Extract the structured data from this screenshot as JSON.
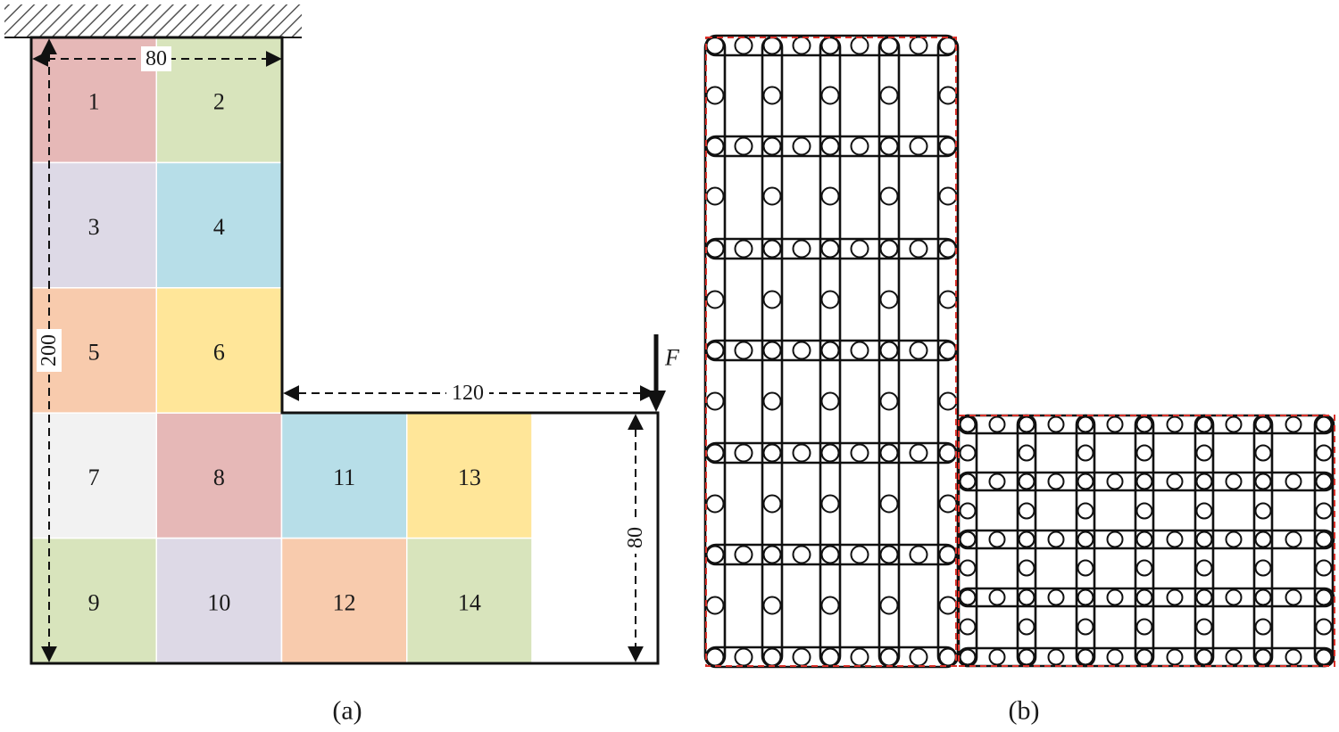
{
  "panel_a": {
    "cells": [
      {
        "label": "1",
        "color": "#e6b8b7"
      },
      {
        "label": "2",
        "color": "#d8e4bc"
      },
      {
        "label": "3",
        "color": "#ddd9e6"
      },
      {
        "label": "4",
        "color": "#b7dee8"
      },
      {
        "label": "5",
        "color": "#f8cbad"
      },
      {
        "label": "6",
        "color": "#ffe699"
      },
      {
        "label": "7",
        "color": "#f2f2f2"
      },
      {
        "label": "8",
        "color": "#e6b8b7"
      },
      {
        "label": "9",
        "color": "#d8e4bc"
      },
      {
        "label": "10",
        "color": "#ddd9e6"
      },
      {
        "label": "11",
        "color": "#b7dee8"
      },
      {
        "label": "12",
        "color": "#f8cbad"
      },
      {
        "label": "13",
        "color": "#ffe699"
      },
      {
        "label": "14",
        "color": "#d8e4bc"
      }
    ],
    "dimensions": {
      "top_width": "80",
      "height": "200",
      "arm_length": "120",
      "arm_height": "80"
    },
    "force_label": "F",
    "caption": "(a)"
  },
  "panel_b": {
    "caption": "(b)",
    "outline_color": "#d9312a"
  }
}
